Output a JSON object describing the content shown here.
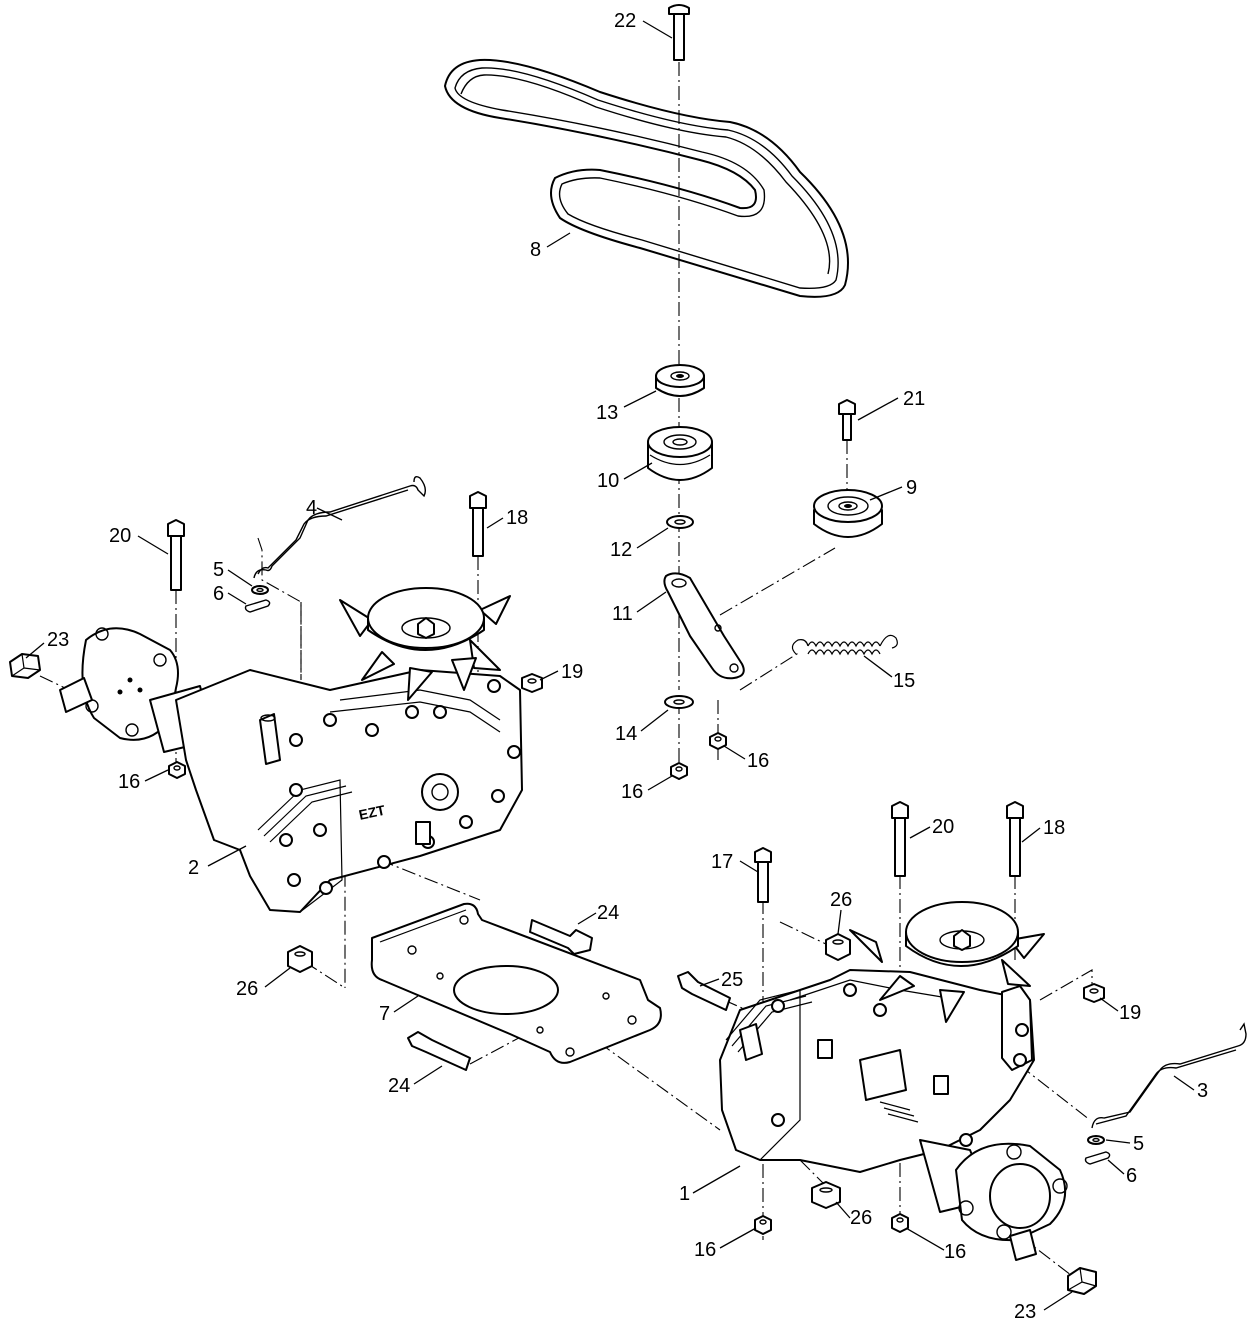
{
  "diagram": {
    "callouts": {
      "c22": "22",
      "c8": "8",
      "c13": "13",
      "c10": "10",
      "c21": "21",
      "c9": "9",
      "c12": "12",
      "c11": "11",
      "c15": "15",
      "c14": "14",
      "c16_idler_a": "16",
      "c16_idler_b": "16",
      "c4": "4",
      "c18_left": "18",
      "c20_left": "20",
      "c5_left": "5",
      "c6_left": "6",
      "c23_left": "23",
      "c19_left": "19",
      "c16_left": "16",
      "c2": "2",
      "c20_right": "20",
      "c18_right": "18",
      "c17": "17",
      "c26_top": "26",
      "c24_top": "24",
      "c26_left": "26",
      "c25": "25",
      "c19_right": "19",
      "c7": "7",
      "c24_bottom": "24",
      "c3": "3",
      "c5_right": "5",
      "c6_right": "6",
      "c1": "1",
      "c26_bottom": "26",
      "c16_bottom_left": "16",
      "c16_bottom_right": "16",
      "c23_right": "23"
    },
    "marking": "EZT"
  }
}
